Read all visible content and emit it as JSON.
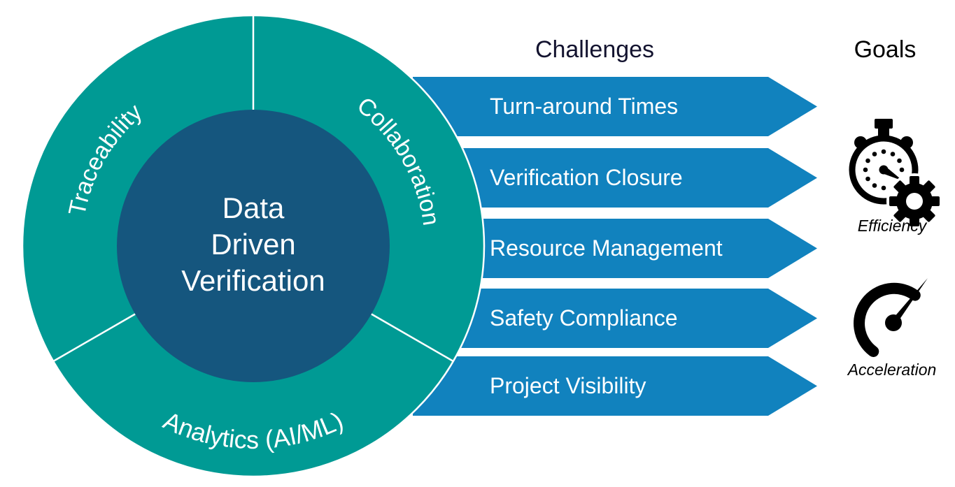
{
  "colors": {
    "ring": "#009a94",
    "core": "#15567e",
    "arrow": "#1182be",
    "navy": "#13132f",
    "black": "#000000",
    "white": "#ffffff"
  },
  "donut": {
    "center_lines": [
      "Data",
      "Driven",
      "Verification"
    ],
    "segments": [
      {
        "label": "Traceability"
      },
      {
        "label": "Collaboration"
      },
      {
        "label": "Analytics (AI/ML)"
      }
    ]
  },
  "challenges": {
    "header": "Challenges",
    "items": [
      "Turn-around Times",
      "Verification Closure",
      "Resource Management",
      "Safety Compliance",
      "Project Visibility"
    ]
  },
  "goals": {
    "header": "Goals",
    "items": [
      {
        "label": "Efficiency",
        "icon": "stopwatch-gear-icon"
      },
      {
        "label": "Acceleration",
        "icon": "speedometer-icon"
      }
    ]
  }
}
